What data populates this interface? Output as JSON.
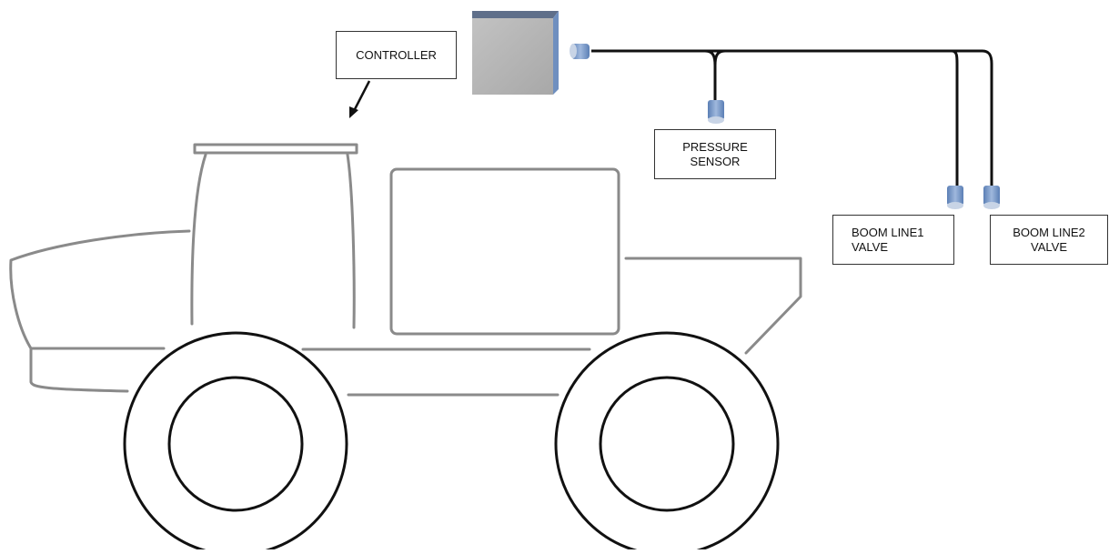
{
  "labels": {
    "controller": "CONTROLLER",
    "pressure_sensor": [
      "PRESSURE",
      "SENSOR"
    ],
    "boom_line1_valve": [
      "BOOM LINE1",
      "VALVE"
    ],
    "boom_line2_valve": [
      "BOOM LINE2",
      "VALVE"
    ]
  },
  "colors": {
    "vehicle_outline": "#8a8a8a",
    "wheel_stroke": "#111111",
    "controller_face": "#b8b8b8",
    "controller_side": "#6f8fbf",
    "cable": "#111111",
    "valve_body": "#7f9cc8"
  }
}
